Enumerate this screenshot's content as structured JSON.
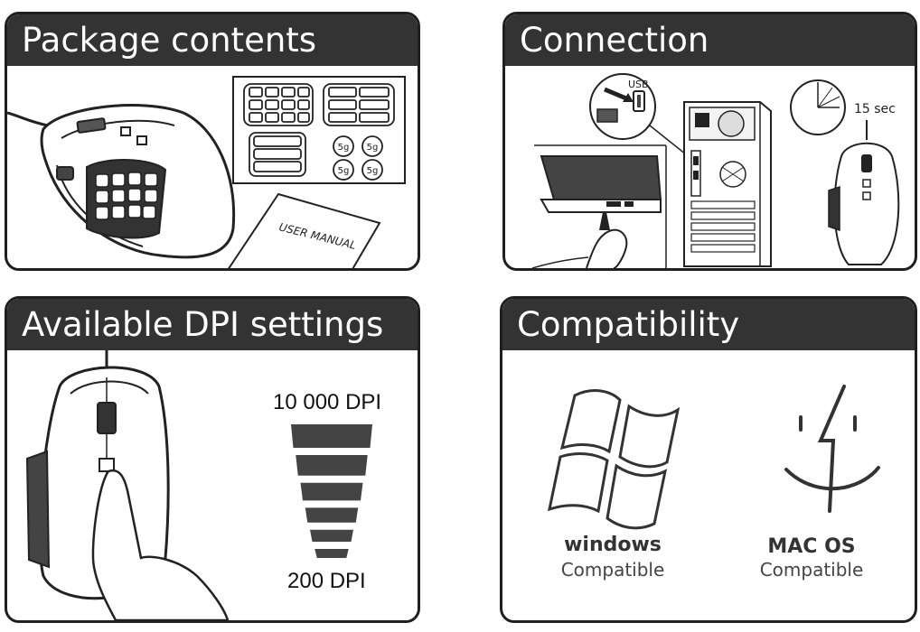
{
  "panels": {
    "package": {
      "title": "Package contents",
      "weight_label": "5g",
      "manual_label": "USER MANUAL"
    },
    "connection": {
      "title": "Connection",
      "usb_label": "USB",
      "timer_label": "15 sec"
    },
    "dpi": {
      "title": "Available DPI settings",
      "max_label": "10 000 DPI",
      "min_label": "200 DPI",
      "levels": 6
    },
    "compat": {
      "title": "Compatibility",
      "windows": {
        "name": "windows",
        "sub": "Compatible"
      },
      "mac": {
        "name": "MAC OS",
        "sub": "Compatible"
      }
    }
  },
  "colors": {
    "header_bg": "#333333",
    "header_fg": "#ffffff",
    "border": "#1f1f1f",
    "bars": "#444444"
  }
}
